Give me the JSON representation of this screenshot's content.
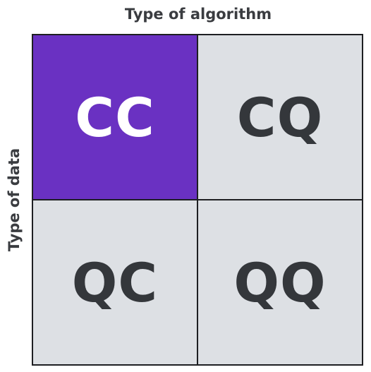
{
  "axes": {
    "top_label": "Type of algorithm",
    "side_label": "Type of data"
  },
  "quadrants": [
    {
      "label": "CC",
      "highlighted": true
    },
    {
      "label": "CQ",
      "highlighted": false
    },
    {
      "label": "QC",
      "highlighted": false
    },
    {
      "label": "QQ",
      "highlighted": false
    }
  ],
  "colors": {
    "accent": "#6a31c2",
    "cell_background": "#dde0e4",
    "cell_text": "#34373b",
    "accent_text": "#ffffff",
    "border": "#1e1f22"
  }
}
